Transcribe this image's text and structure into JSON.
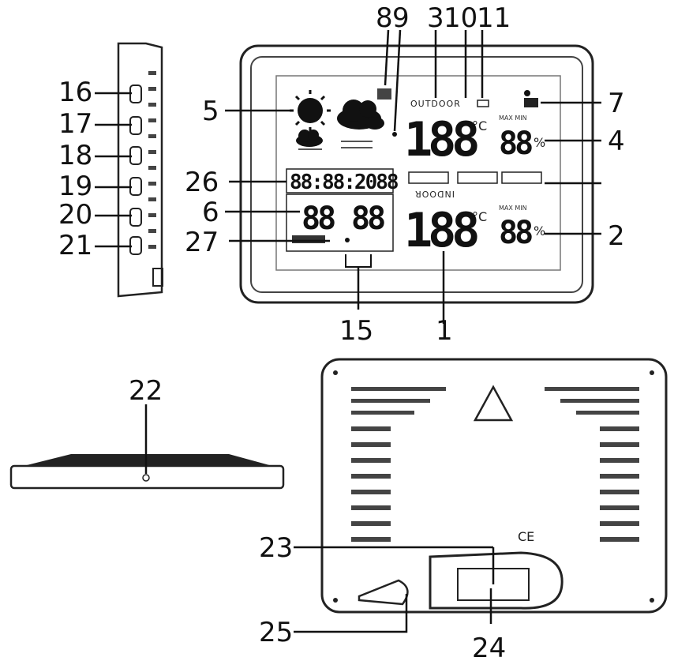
{
  "callouts": {
    "c1": "1",
    "c2": "2",
    "c3": "3",
    "c4": "4",
    "c5": "5",
    "c6": "6",
    "c7": "7",
    "c8": "8",
    "c9": "9",
    "c10": "10",
    "c11": "11",
    "c15": "15",
    "c16": "16",
    "c17": "17",
    "c18": "18",
    "c19": "19",
    "c20": "20",
    "c21": "21",
    "c22": "22",
    "c23": "23",
    "c24": "24",
    "c25": "25",
    "c26": "26",
    "c27": "27"
  },
  "display": {
    "outdoor_label": "OUTDOOR",
    "indoor_label": "INDOOR",
    "outdoor_temp": "188",
    "indoor_temp": "188",
    "outdoor_humidity": "88",
    "indoor_humidity": "88",
    "clock": "88:88:2088",
    "date_left": "88",
    "date_right": "88",
    "maxmin_label": "MAX MIN"
  },
  "back": {
    "ce_mark": "CE"
  }
}
